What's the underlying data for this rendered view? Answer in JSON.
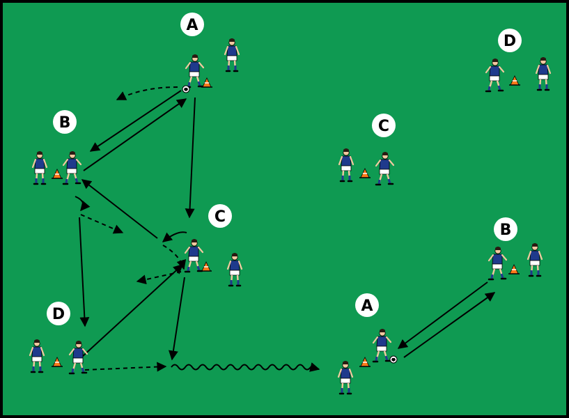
{
  "pitch": {
    "background_color": "#0f9a52",
    "border_color": "#000000",
    "kit_colors": {
      "shirt": "#1f3a8c",
      "shorts": "#ffffff",
      "socks": "#1f3a8c",
      "skin": "#f2c9a0",
      "hair": "#2a1a12"
    },
    "cone_color": "#ff7a1a"
  },
  "diagram_left": {
    "stations": [
      {
        "label": "A"
      },
      {
        "label": "B"
      },
      {
        "label": "C"
      },
      {
        "label": "D"
      }
    ],
    "arrows": {
      "pass": "solid",
      "run": "dashed",
      "dribble": "wavy"
    }
  },
  "diagram_right": {
    "stations": [
      {
        "label": "D"
      },
      {
        "label": "C"
      },
      {
        "label": "B"
      },
      {
        "label": "A"
      }
    ]
  }
}
